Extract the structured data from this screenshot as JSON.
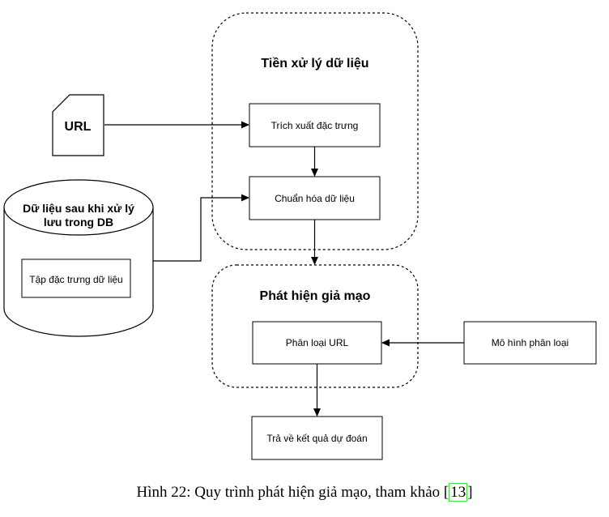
{
  "diagram": {
    "groups": {
      "preprocessing": "Tiền xử lý dữ liệu",
      "detection": "Phát hiện giả mạo"
    },
    "nodes": {
      "url": "URL",
      "database_line1": "Dữ liệu sau khi xử lý",
      "database_line2": "lưu trong DB",
      "feature_set": "Tập đặc trưng dữ liệu",
      "extract": "Trích xuất đặc trưng",
      "normalize": "Chuẩn hóa dữ liệu",
      "classify": "Phân loại URL",
      "model": "Mô hình phân loại",
      "result": "Trả về kết quả dự đoán"
    }
  },
  "caption": {
    "text": "Hình 22: Quy trình phát hiện giả mạo, tham khảo [",
    "ref": "13",
    "end": "]"
  }
}
